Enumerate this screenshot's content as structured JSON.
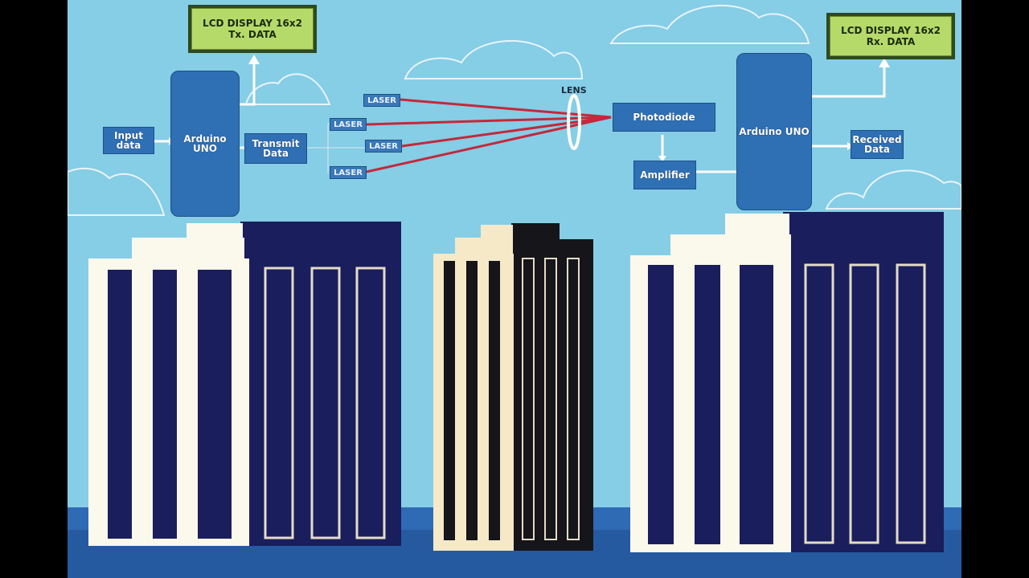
{
  "colors": {
    "sky": "#86cde6",
    "block": "#2f6fb4",
    "lcd_screen": "#b6da6a",
    "lcd_frame": "#2d4a1e",
    "laser_beam": "#c4283a",
    "building_navy": "#1a1e5c",
    "building_white": "#fbf8ec",
    "building_black": "#15151a",
    "water": "#2f6ab4"
  },
  "transmitter": {
    "lcd": {
      "line1": "LCD DISPLAY 16x2",
      "line2": "Tx. DATA"
    },
    "input_label": "Input data",
    "arduino_label": "Arduino UNO",
    "transmit_label_1": "Transmit",
    "transmit_label_2": "Data"
  },
  "lasers": [
    "LASER",
    "LASER",
    "LASER",
    "LASER"
  ],
  "lens_label": "LENS",
  "receiver": {
    "lcd": {
      "line1": "LCD DISPLAY 16x2",
      "line2": "Rx. DATA"
    },
    "photodiode_label": "Photodiode",
    "amplifier_label": "Amplifier",
    "arduino_label": "Arduino UNO",
    "received_label_1": "Received",
    "received_label_2": "Data"
  }
}
